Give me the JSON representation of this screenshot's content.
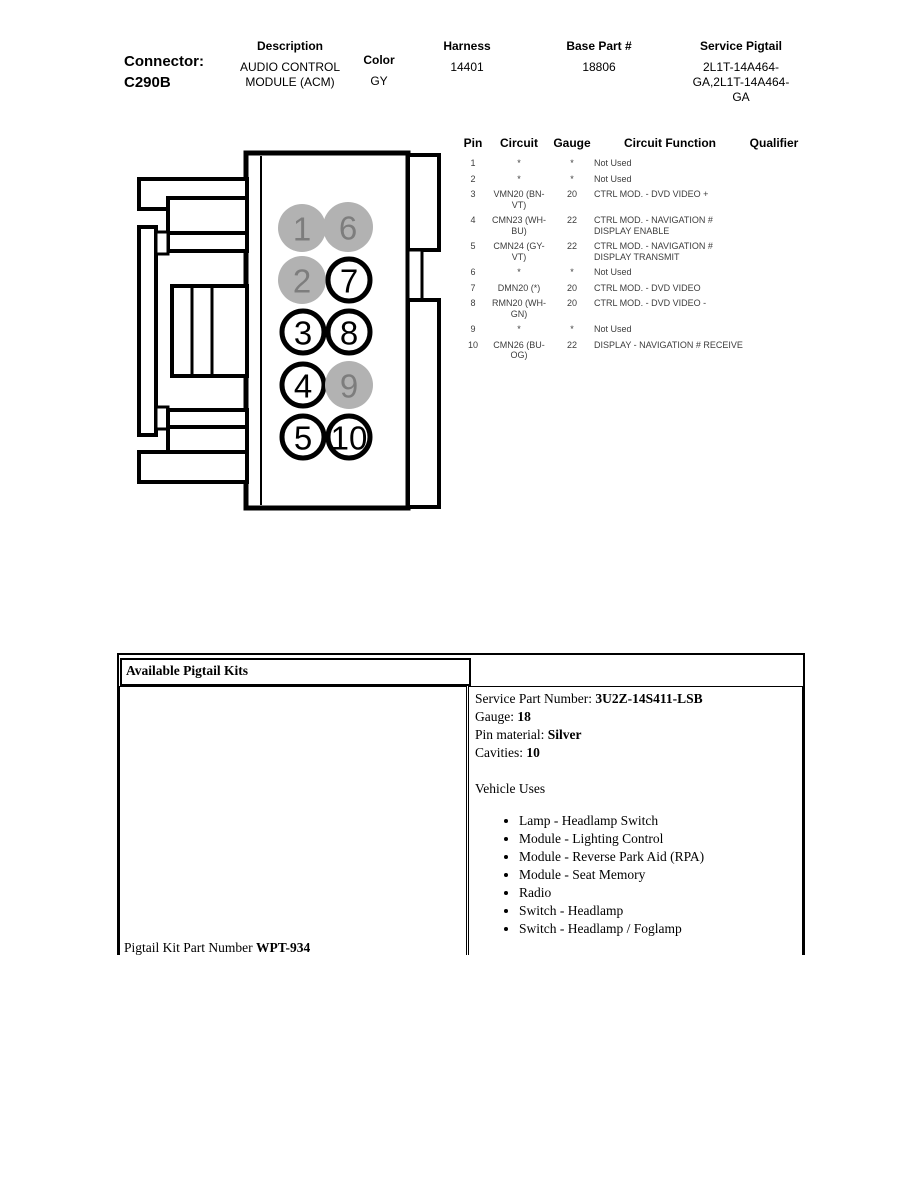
{
  "header": {
    "connector_label": "Connector:",
    "connector_id": "C290B",
    "columns": [
      {
        "label": "Description",
        "value": "AUDIO CONTROL MODULE (ACM)"
      },
      {
        "label": "Color",
        "value": "GY"
      },
      {
        "label": "Harness",
        "value": "14401"
      },
      {
        "label": "Base Part #",
        "value": "18806"
      },
      {
        "label": "Service Pigtail",
        "value": "2L1T-14A464-GA,2L1T-14A464-GA"
      }
    ]
  },
  "diagram": {
    "pins": [
      {
        "num": "1",
        "shaded": true
      },
      {
        "num": "2",
        "shaded": true
      },
      {
        "num": "3",
        "shaded": false
      },
      {
        "num": "4",
        "shaded": false
      },
      {
        "num": "5",
        "shaded": false
      },
      {
        "num": "6",
        "shaded": true
      },
      {
        "num": "7",
        "shaded": false
      },
      {
        "num": "8",
        "shaded": false
      },
      {
        "num": "9",
        "shaded": true
      },
      {
        "num": "10",
        "shaded": false
      }
    ]
  },
  "pin_table": {
    "headers": [
      "Pin",
      "Circuit",
      "Gauge",
      "Circuit Function",
      "Qualifier"
    ],
    "rows": [
      {
        "pin": "1",
        "circuit": "*",
        "gauge": "*",
        "func": "Not Used",
        "qual": ""
      },
      {
        "pin": "2",
        "circuit": "*",
        "gauge": "*",
        "func": "Not Used",
        "qual": ""
      },
      {
        "pin": "3",
        "circuit": "VMN20 (BN-VT)",
        "gauge": "20",
        "func": "CTRL MOD. - DVD VIDEO +",
        "qual": ""
      },
      {
        "pin": "4",
        "circuit": "CMN23 (WH-BU)",
        "gauge": "22",
        "func": "CTRL MOD. - NAVIGATION # DISPLAY ENABLE",
        "qual": ""
      },
      {
        "pin": "5",
        "circuit": "CMN24 (GY-VT)",
        "gauge": "22",
        "func": "CTRL MOD. - NAVIGATION # DISPLAY TRANSMIT",
        "qual": ""
      },
      {
        "pin": "6",
        "circuit": "*",
        "gauge": "*",
        "func": "Not Used",
        "qual": ""
      },
      {
        "pin": "7",
        "circuit": "DMN20 (*)",
        "gauge": "20",
        "func": "CTRL MOD. - DVD VIDEO",
        "qual": ""
      },
      {
        "pin": "8",
        "circuit": "RMN20 (WH-GN)",
        "gauge": "20",
        "func": "CTRL MOD. - DVD VIDEO -",
        "qual": ""
      },
      {
        "pin": "9",
        "circuit": "*",
        "gauge": "*",
        "func": "Not Used",
        "qual": ""
      },
      {
        "pin": "10",
        "circuit": "CMN26 (BU-OG)",
        "gauge": "22",
        "func": "DISPLAY - NAVIGATION # RECEIVE",
        "qual": ""
      }
    ]
  },
  "pigtail_kits": {
    "title": "Available Pigtail Kits",
    "kit_label": "Pigtail Kit Part Number",
    "kit_value": "WPT-934",
    "details": [
      {
        "label": "Service Part Number:",
        "value": "3U2Z-14S411-LSB"
      },
      {
        "label": "Gauge:",
        "value": "18"
      },
      {
        "label": "Pin material:",
        "value": "Silver"
      },
      {
        "label": "Cavities:",
        "value": "10"
      }
    ],
    "vehicle_uses_label": "Vehicle Uses",
    "vehicle_uses": [
      "Lamp - Headlamp Switch",
      "Module - Lighting Control",
      "Module - Reverse Park Aid (RPA)",
      "Module - Seat Memory",
      "Radio",
      "Switch - Headlamp",
      "Switch - Headlamp / Foglamp"
    ]
  },
  "colors": {
    "pin_shaded_fill": "#b2b2b2",
    "pin_shaded_text": "#7d7d7d",
    "line": "#000000"
  }
}
